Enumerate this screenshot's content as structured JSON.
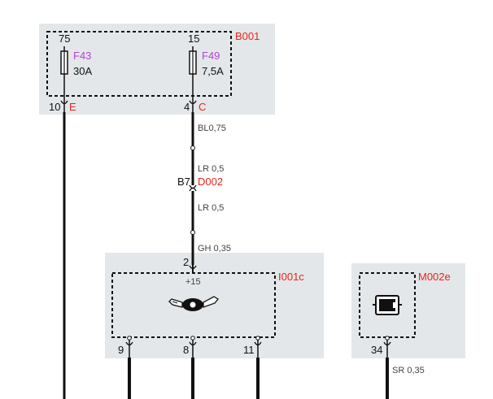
{
  "colors": {
    "module_fill": "#e3e7e9",
    "wire": "#111111",
    "designator": "#e8231e",
    "fuse_label": "#b144d6",
    "dashed_border": "#111111"
  },
  "fuse_box": {
    "id": "B001",
    "terminals": [
      "75",
      "15"
    ],
    "fuses": [
      {
        "id": "F43",
        "rating": "30A"
      },
      {
        "id": "F49",
        "rating": "7,5A"
      }
    ],
    "pins": [
      {
        "number": "10",
        "letter": "E"
      },
      {
        "number": "4",
        "letter": "C"
      }
    ]
  },
  "connector": {
    "pin": "B7",
    "id": "D002"
  },
  "wires": [
    {
      "label": "BL0,75"
    },
    {
      "label": "LR 0,5"
    },
    {
      "label": "LR 0,5"
    },
    {
      "label": "GH 0,35"
    },
    {
      "label": "SR 0,35"
    }
  ],
  "ignition_switch": {
    "id": "I001c",
    "input_pin": "2",
    "terminal_label": "+15",
    "icon": "ignition-key-icon",
    "output_pins": [
      "9",
      "8",
      "11"
    ]
  },
  "module": {
    "id": "M002e",
    "icon": "module-chip-icon",
    "pin": "34"
  }
}
